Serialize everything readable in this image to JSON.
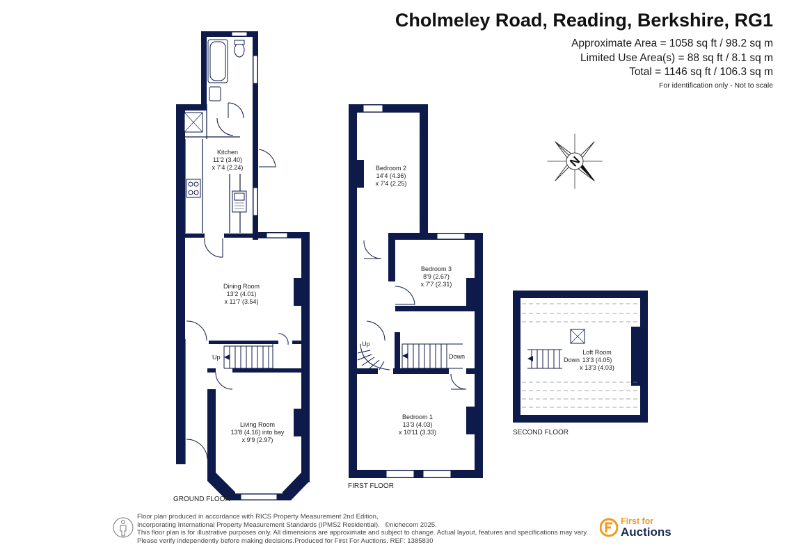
{
  "header": {
    "title": "Cholmeley Road, Reading, Berkshire, RG1",
    "approx_area": "Approximate Area = 1058 sq ft / 98.2 sq m",
    "limited_use": "Limited Use Area(s) = 88 sq ft / 8.1 sq m",
    "total": "Total = 1146 sq ft / 106.3 sq m",
    "disclaimer": "For identification only - Not to scale"
  },
  "colors": {
    "wall": "#0d1a4a",
    "brand_orange": "#f29a1e",
    "brand_navy": "#1c2a52"
  },
  "floors": {
    "ground": {
      "label": "GROUND FLOOR",
      "rooms": {
        "kitchen": {
          "name": "Kitchen",
          "dim1": "11'2 (3.40)",
          "dim2": "x 7'4 (2.24)"
        },
        "dining": {
          "name": "Dining Room",
          "dim1": "13'2 (4.01)",
          "dim2": "x 11'7 (3.54)"
        },
        "living": {
          "name": "Living Room",
          "dim1": "13'8 (4.16) into bay",
          "dim2": "x 9'9 (2.97)"
        }
      },
      "stairs_label": "Up"
    },
    "first": {
      "label": "FIRST FLOOR",
      "rooms": {
        "bedroom2": {
          "name": "Bedroom 2",
          "dim1": "14'4 (4.36)",
          "dim2": "x 7'4 (2.25)"
        },
        "bedroom3": {
          "name": "Bedroom 3",
          "dim1": "8'9 (2.67)",
          "dim2": "x 7'7 (2.31)"
        },
        "bedroom1": {
          "name": "Bedroom 1",
          "dim1": "13'3 (4.03)",
          "dim2": "x 10'11 (3.33)"
        }
      },
      "stairs_up": "Up",
      "stairs_down": "Down"
    },
    "second": {
      "label": "SECOND FLOOR",
      "rooms": {
        "loft": {
          "name": "Loft Room",
          "dim1": "13'3 (4.05)",
          "dim2": "x 13'3 (4.03)"
        }
      },
      "stairs_down": "Down"
    }
  },
  "compass": {
    "letter": "N"
  },
  "footer": {
    "line1": "Floor plan produced in accordance with RICS Property Measurement 2nd Edition,",
    "line2": "Incorporating International Property Measurement Standards (IPMS2 Residential).",
    "nichecom": "©nichecom 2025.",
    "line3": "This floor plan is for illustrative purposes only. All dimensions are approximate and subject to change. Actual layout, features and specifications may vary.",
    "line4": "Please verify independently before making decisions.Produced for First For Auctions.   REF:  1385830"
  },
  "brand": {
    "top": "First for",
    "bottom": "Auctions",
    "icon": "first-for-auctions-logo-icon"
  }
}
